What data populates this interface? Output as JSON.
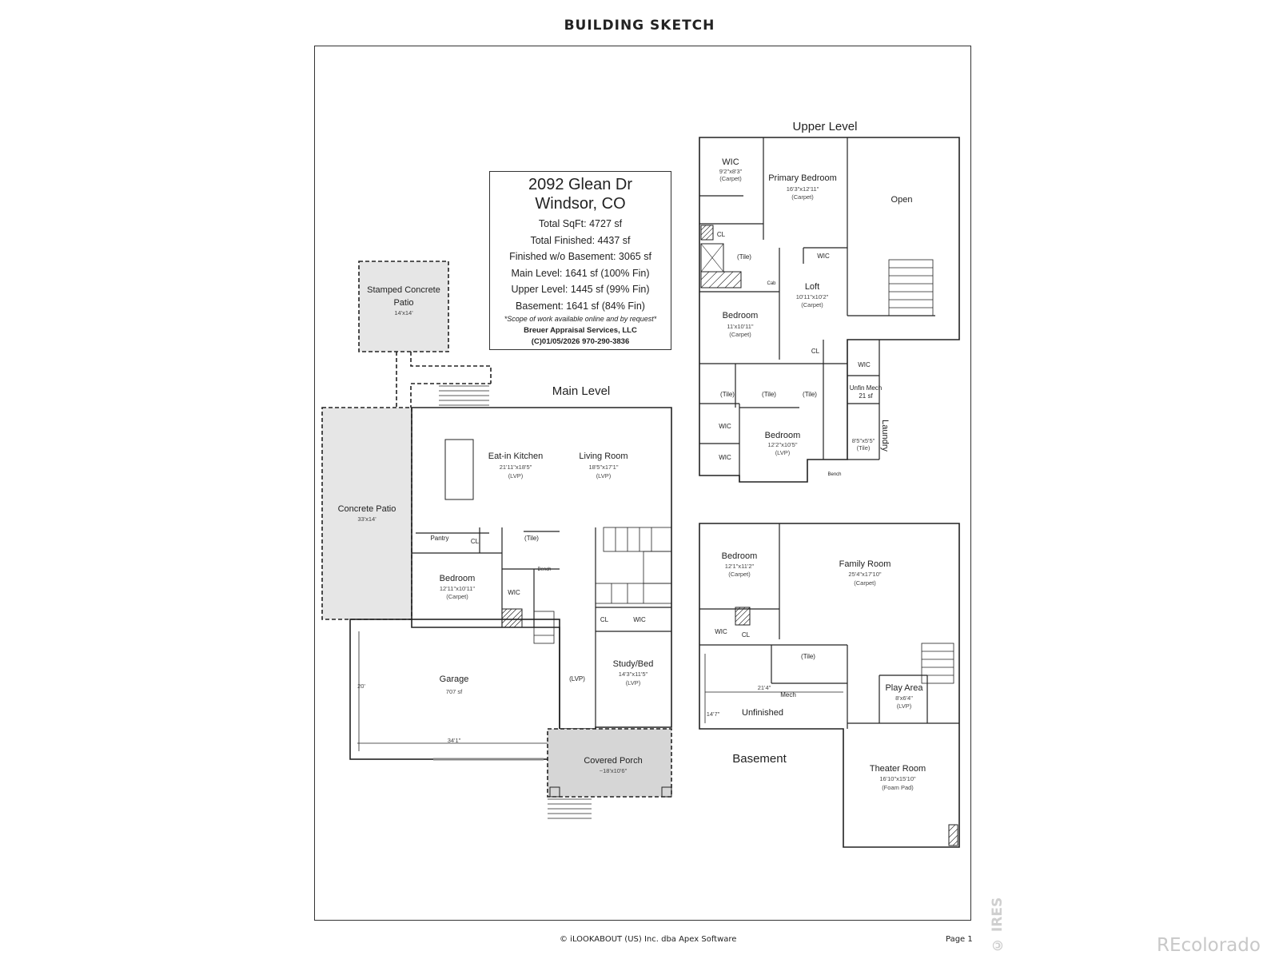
{
  "page_title": "BUILDING SKETCH",
  "info": {
    "address1": "2092 Glean Dr",
    "address2": "Windsor, CO",
    "total_sqft": "Total SqFt: 4727 sf",
    "total_finished": "Total Finished: 4437 sf",
    "finished_wo_basement": "Finished w/o Basement: 3065 sf",
    "main_level": "Main Level: 1641 sf (100% Fin)",
    "upper_level": "Upper Level: 1445 sf (99% Fin)",
    "basement": "Basement: 1641 sf (84% Fin)",
    "note": "*Scope of work available online and by request*",
    "company": "Breuer Appraisal Services, LLC",
    "contact": "(C)01/05/2026  970-290-3836"
  },
  "levels": {
    "main": "Main Level",
    "upper": "Upper Level",
    "basement": "Basement"
  },
  "main_rooms": {
    "stamped_patio": "Stamped Concrete",
    "stamped_patio2": "Patio",
    "stamped_patio_dim": "14'x14'",
    "concrete_patio": "Concrete Patio",
    "concrete_patio_dim": "33'x14'",
    "kitchen": "Eat-in Kitchen",
    "kitchen_dim": "21'11\"x18'5\"",
    "kitchen_floor": "(LVP)",
    "living": "Living Room",
    "living_dim": "18'5\"x17'1\"",
    "living_floor": "(LVP)",
    "pantry": "Pantry",
    "cl1": "CL",
    "tile1": "(Tile)",
    "bench1": "Bench",
    "bedroom": "Bedroom",
    "bedroom_dim": "12'11\"x10'11\"",
    "bedroom_floor": "(Carpet)",
    "wic": "WIC",
    "cl2": "CL",
    "wic2": "WIC",
    "garage": "Garage",
    "garage_sf": "707 sf",
    "garage_h": "20'",
    "garage_w": "34'1\"",
    "lvp": "(LVP)",
    "study": "Study/Bed",
    "study_dim": "14'3\"x11'5\"",
    "study_floor": "(LVP)",
    "porch": "Covered Porch",
    "porch_dim": "~18'x10'6\""
  },
  "upper_rooms": {
    "wic1": "WIC",
    "wic1_dim": "9'2\"x8'3\"",
    "wic1_floor": "(Carpet)",
    "primary": "Primary Bedroom",
    "primary_dim": "16'3\"x12'11\"",
    "primary_floor": "(Carpet)",
    "open": "Open",
    "cl1": "CL",
    "tile1": "(Tile)",
    "cab": "Cab",
    "wic2": "WIC",
    "loft": "Loft",
    "loft_dim": "10'11\"x10'2\"",
    "loft_floor": "(Carpet)",
    "bedroom1": "Bedroom",
    "bedroom1_dim": "11'x10'11\"",
    "bedroom1_floor": "(Carpet)",
    "cl2": "CL",
    "wic3": "WIC",
    "tile2": "(Tile)",
    "tile3": "(Tile)",
    "tile4": "(Tile)",
    "unfin_mech": "Unfin Mech",
    "unfin_mech_sf": "21 sf",
    "wic4": "WIC",
    "bedroom2": "Bedroom",
    "bedroom2_dim": "12'2\"x10'5\"",
    "bedroom2_floor": "(LVP)",
    "laundry": "Laundry",
    "laundry_dim": "8'5\"x5'5\"",
    "laundry_floor": "(Tile)",
    "wic5": "WIC",
    "bench": "Bench"
  },
  "basement_rooms": {
    "bedroom": "Bedroom",
    "bedroom_dim": "12'1\"x11'2\"",
    "bedroom_floor": "(Carpet)",
    "family": "Family Room",
    "family_dim": "25'4\"x17'10\"",
    "family_floor": "(Carpet)",
    "wic": "WIC",
    "cl": "CL",
    "tile": "(Tile)",
    "width": "21'4\"",
    "mech": "Mech",
    "height": "14'7\"",
    "unfinished": "Unfinished",
    "play": "Play Area",
    "play_dim": "8'x6'4\"",
    "play_floor": "(LVP)",
    "theater": "Theater Room",
    "theater_dim": "16'10\"x15'10\"",
    "theater_floor": "(Foam Pad)"
  },
  "footer": {
    "copyright": "© iLOOKABOUT (US) Inc. dba Apex Software",
    "page": "Page 1"
  },
  "watermark": {
    "ires": "© IRES",
    "brand": "REcolorado"
  }
}
